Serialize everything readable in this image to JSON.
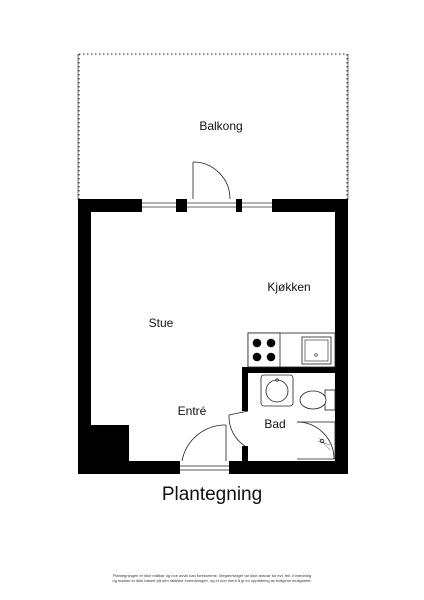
{
  "rooms": {
    "balcony": "Balkong",
    "kitchen": "Kjøkken",
    "living": "Stue",
    "entry": "Entré",
    "bath": "Bad"
  },
  "title": "Plantegning",
  "disclaimer": {
    "line1": "Plantegningen er ikke målbar og noe avvik kan forekomme. Megler/selger tar ikke ansvar for evt. feil. Innredning",
    "line2": "og møbler er ikke basert på den faktiske innredningen, og er kun ment å gi en oppfatning av boligens muligheter."
  }
}
